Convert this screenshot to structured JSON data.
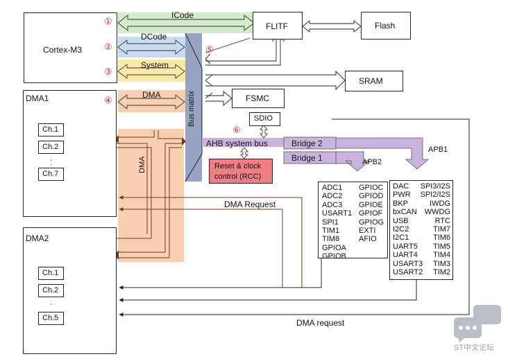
{
  "cpu": {
    "label": "Cortex-M3"
  },
  "buses": {
    "icode": "ICode",
    "dcode": "DCode",
    "system": "System",
    "dma": "DMA",
    "dma_vertical": "DMA",
    "bus_matrix": "Bus matrix",
    "ahb": "AHB system bus",
    "bridge1": "Bridge  1",
    "bridge2": "Bridge  2",
    "apb1": "APB1",
    "apb2": "APB2",
    "dma_request_upper": "DMA Request",
    "dma_request_lower": "DMA request"
  },
  "markers": [
    "①",
    "②",
    "③",
    "④",
    "⑤",
    "⑥"
  ],
  "memory": {
    "flitf": "FLITF",
    "flash": "Flash",
    "sram": "SRAM",
    "fsmc": "FSMC",
    "sdio": "SDIO",
    "rcc_line1": "Reset & clock",
    "rcc_line2": "control (RCC)"
  },
  "dma1": {
    "title": "DMA1",
    "channels": [
      "Ch.1",
      "Ch.2",
      "Ch.7"
    ],
    "ellipsis": "·"
  },
  "dma2": {
    "title": "DMA2",
    "channels": [
      "Ch.1",
      "Ch.2",
      "Ch.5"
    ],
    "ellipsis": "·"
  },
  "apb2_periph": {
    "left": [
      "ADC1",
      "ADC2",
      "ADC3",
      "USART1",
      "SPI1",
      "TIM1",
      "TIM8",
      "GPIOA",
      "GPIOB"
    ],
    "right": [
      "GPIOC",
      "GPIOD",
      "GPIOE",
      "GPIOF",
      "GPIOG",
      "EXTI",
      "AFIO"
    ]
  },
  "apb1_periph": {
    "left": [
      "DAC",
      "PWR",
      "BKP",
      "bxCAN",
      "USB",
      "I2C2",
      "I2C1",
      "UART5",
      "UART4",
      "USART3",
      "USART2"
    ],
    "right": [
      "SPI3/I2S",
      "SPI2/I2S",
      "IWDG",
      "WWDG",
      "RTC",
      "TIM7",
      "TIM6",
      "TIM5",
      "TIM4",
      "TIM3",
      "TIM2"
    ]
  },
  "watermark": {
    "text": "ST中文论坛"
  },
  "colors": {
    "icode_fill": "#d3eacb",
    "dcode_fill": "#c7dcef",
    "system_fill": "#fbe9a8",
    "dma_fill": "#f8cfb0",
    "bus_matrix": "#98a3c4",
    "ahb_purple": "#cbb3e0",
    "rcc": "#f07e82",
    "watermark": "#b9bec9"
  }
}
